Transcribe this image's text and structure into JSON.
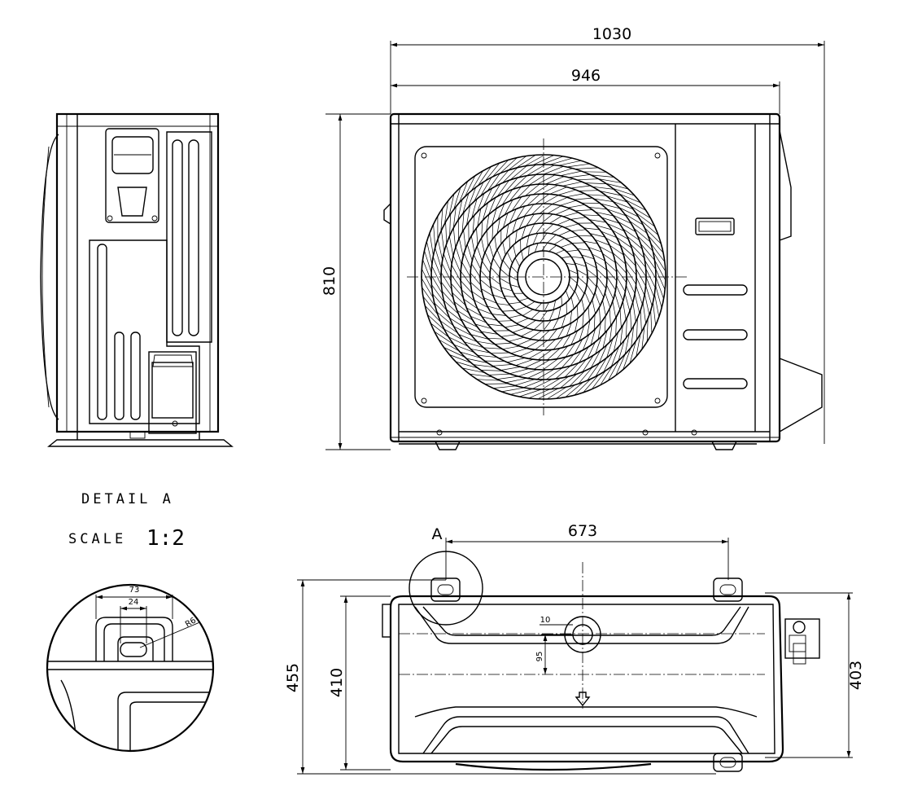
{
  "detail": {
    "title": "DETAIL A",
    "scale_word": "SCALE",
    "scale_value": "1:2",
    "dims": {
      "w73": "73",
      "w24": "24",
      "r6": "R6"
    }
  },
  "front": {
    "dims": {
      "overall_width": "1030",
      "body_width": "946",
      "height": "810"
    }
  },
  "bottom": {
    "label_a": "A",
    "dims": {
      "feet_spacing": "673",
      "depth_outer": "455",
      "depth_body": "410",
      "depth_right": "403",
      "hole_10": "10",
      "hole_95": "95"
    }
  }
}
